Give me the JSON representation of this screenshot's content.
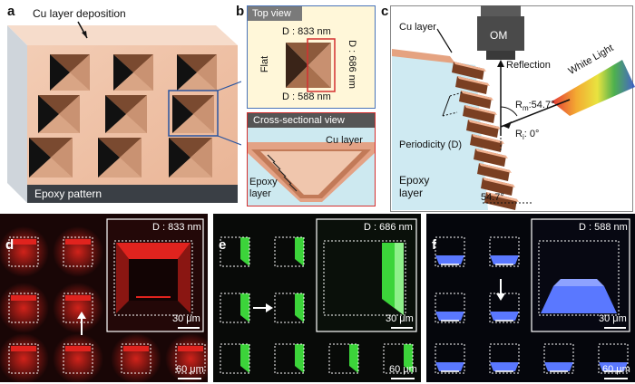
{
  "panel_a": {
    "label": "a",
    "cu_label": "Cu layer deposition",
    "epoxy_label": "Epoxy pattern"
  },
  "panel_b": {
    "label": "b",
    "top_view_title": "Top view",
    "flat_label": "Flat",
    "d_top": "D : 833 nm",
    "d_right": "D : 686 nm",
    "d_bottom": "D : 588 nm",
    "cross_title": "Cross-sectional view",
    "cu_label": "Cu layer",
    "epoxy_label_1": "Epoxy",
    "epoxy_label_2": "layer"
  },
  "panel_c": {
    "label": "c",
    "cu_label": "Cu layer",
    "om_label": "OM",
    "reflection_label": "Reflection",
    "white_light_label": "White Light",
    "rm_label": "R",
    "rm_sub": "m",
    "rm_value": ":54.7°",
    "ri_label": "R",
    "ri_sub": "i",
    "ri_value": ": 0°",
    "periodicity_label": "Periodicity (D)",
    "epoxy_label_1": "Epoxy",
    "epoxy_label_2": "layer",
    "angle_label": "54.7°"
  },
  "panel_d": {
    "label": "d",
    "inset_title": "D : 833 nm",
    "inset_scale": "30 μm",
    "main_scale": "60 μm",
    "color": "#e0231e"
  },
  "panel_e": {
    "label": "e",
    "inset_title": "D : 686 nm",
    "inset_scale": "30 μm",
    "main_scale": "60 μm",
    "color": "#3cd43a"
  },
  "panel_f": {
    "label": "f",
    "inset_title": "D : 588 nm",
    "inset_scale": "30 μm",
    "main_scale": "60 μm",
    "color": "#5a78ff"
  }
}
